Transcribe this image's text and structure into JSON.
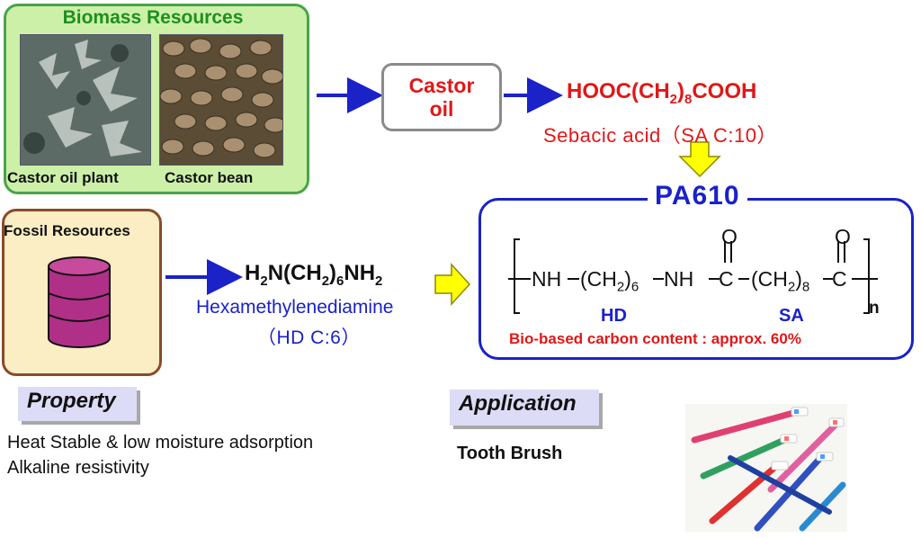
{
  "biomass": {
    "title": "Biomass Resources",
    "plant_caption": "Castor oil plant",
    "bean_caption": "Castor bean"
  },
  "fossil": {
    "title": "Fossil Resources"
  },
  "castor_oil": {
    "label_line1": "Castor",
    "label_line2": "oil"
  },
  "sebacic_acid": {
    "formula_pre": "HOOC(CH",
    "formula_sub1": "2",
    "formula_mid": ")",
    "formula_sub2": "8",
    "formula_post": "COOH",
    "name": "Sebacic acid（SA  C:10）"
  },
  "hexamethylenediamine": {
    "f1": "H",
    "s1": "2",
    "f2": "N(CH",
    "s2": "2",
    "f3": ")",
    "s3": "6",
    "f4": "NH",
    "s4": "2",
    "name": "Hexamethylenediamine",
    "code": "（HD  C:6）"
  },
  "pa610": {
    "title": "PA610",
    "nh1": "NH",
    "ch2_a": "(CH",
    "sub2_a": "2",
    "paren_a": ")",
    "sub6": "6",
    "nh2": "NH",
    "c1": "C",
    "ch2_b": "(CH",
    "sub2_b": "2",
    "paren_b": ")",
    "sub8": "8",
    "c2": "C",
    "o1": "O",
    "o2": "O",
    "hd_label": "HD",
    "sa_label": "SA",
    "n_label": "n",
    "bio_note": "Bio-based carbon content : approx. 60%"
  },
  "property": {
    "tag": "Property",
    "line1": "Heat Stable & low moisture adsorption",
    "line2": "Alkaline resistivity"
  },
  "application": {
    "tag": "Application",
    "line1": "Tooth Brush"
  },
  "colors": {
    "accent_blue": "#1a22c8",
    "accent_red": "#e01818",
    "biomass_fill": "#ccf0a8",
    "fossil_fill": "#fbeec4",
    "arrow_yellow": "#ffff00"
  }
}
